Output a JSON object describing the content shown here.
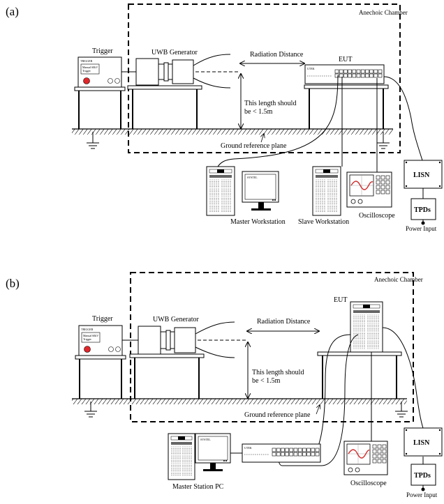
{
  "panels": [
    {
      "tag": "(a)",
      "labels": {
        "chamber": "Anechoic Chamber",
        "trigger": "Trigger",
        "generator": "UWB Generator",
        "radiation": "Radiation Distance",
        "eut": "EUT",
        "length_line1": "This length should",
        "length_line2": "be < 1.5m",
        "ground": "Ground reference plane",
        "lisn": "LISN",
        "tpds": "TPDs",
        "power": "Power Input",
        "master": "Master Workstation",
        "slave": "Slave Workstation",
        "scope": "Oscilloscope"
      }
    },
    {
      "tag": "(b)",
      "labels": {
        "chamber": "Anechoic Chamber",
        "trigger": "Trigger",
        "generator": "UWB Generator",
        "radiation": "Radiation Distance",
        "eut": "EUT",
        "length_line1": "This length should",
        "length_line2": "be < 1.5m",
        "ground": "Ground reference plane",
        "lisn": "LISN",
        "tpds": "TPDs",
        "power": "Power Input",
        "master": "Master Station PC",
        "scope": "Oscilloscope"
      }
    }
  ],
  "device_text": {
    "trigger_brand": "TRIGGER",
    "trigger_lines": [
      "Manual   60kV",
      "Trigger"
    ],
    "switch_brand": "UTEK",
    "monitor_brand": "SYSTEL"
  },
  "colors": {
    "led": "#e0262a",
    "wave": "#d03030"
  }
}
